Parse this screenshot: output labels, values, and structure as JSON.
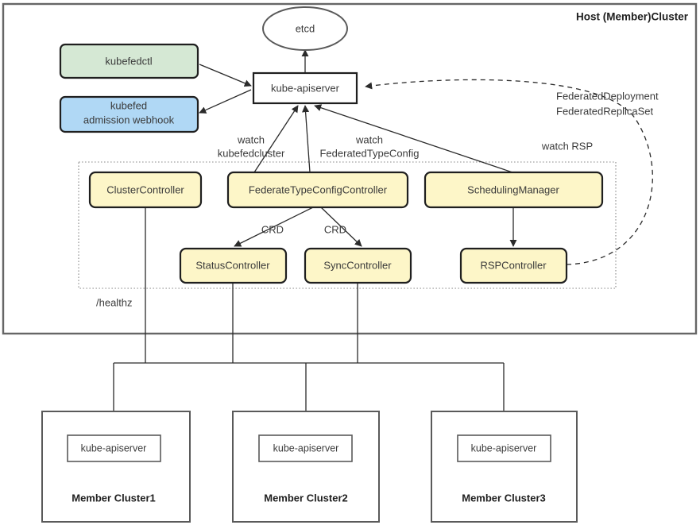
{
  "host": {
    "title": "Host (Member)Cluster"
  },
  "nodes": {
    "etcd": "etcd",
    "kube_apiserver": "kube-apiserver",
    "kubefedctl": "kubefedctl",
    "kubefed_webhook_line1": "kubefed",
    "kubefed_webhook_line2": "admission webhook",
    "cluster_controller": "ClusterController",
    "federate_type_config_controller": "FederateTypeConfigController",
    "scheduling_manager": "SchedulingManager",
    "status_controller": "StatusController",
    "sync_controller": "SyncController",
    "rsp_controller": "RSPController"
  },
  "edge_labels": {
    "watch_kubefedcluster_line1": "watch",
    "watch_kubefedcluster_line2": "kubefedcluster",
    "watch_federatedtypeconfig_line1": "watch",
    "watch_federatedtypeconfig_line2": "FederatedTypeConfig",
    "watch_rsp": "watch RSP",
    "federated_types_line1": "FederatedDeployment",
    "federated_types_line2": "FederatedReplicaSet",
    "crd_left": "CRD",
    "crd_right": "CRD",
    "healthz": "/healthz"
  },
  "member_clusters": [
    {
      "name": "Member Cluster1",
      "apiserver": "kube-apiserver"
    },
    {
      "name": "Member Cluster2",
      "apiserver": "kube-apiserver"
    },
    {
      "name": "Member Cluster3",
      "apiserver": "kube-apiserver"
    }
  ],
  "colors": {
    "green_fill": "#d5e8d4",
    "blue_fill": "#b0d8f5",
    "yellow_fill": "#fdf6c8",
    "dark_stroke": "#1f1f1f",
    "grey_stroke": "#5a5a5a",
    "frame_stroke": "#666666",
    "text": "#3a3a3a"
  }
}
